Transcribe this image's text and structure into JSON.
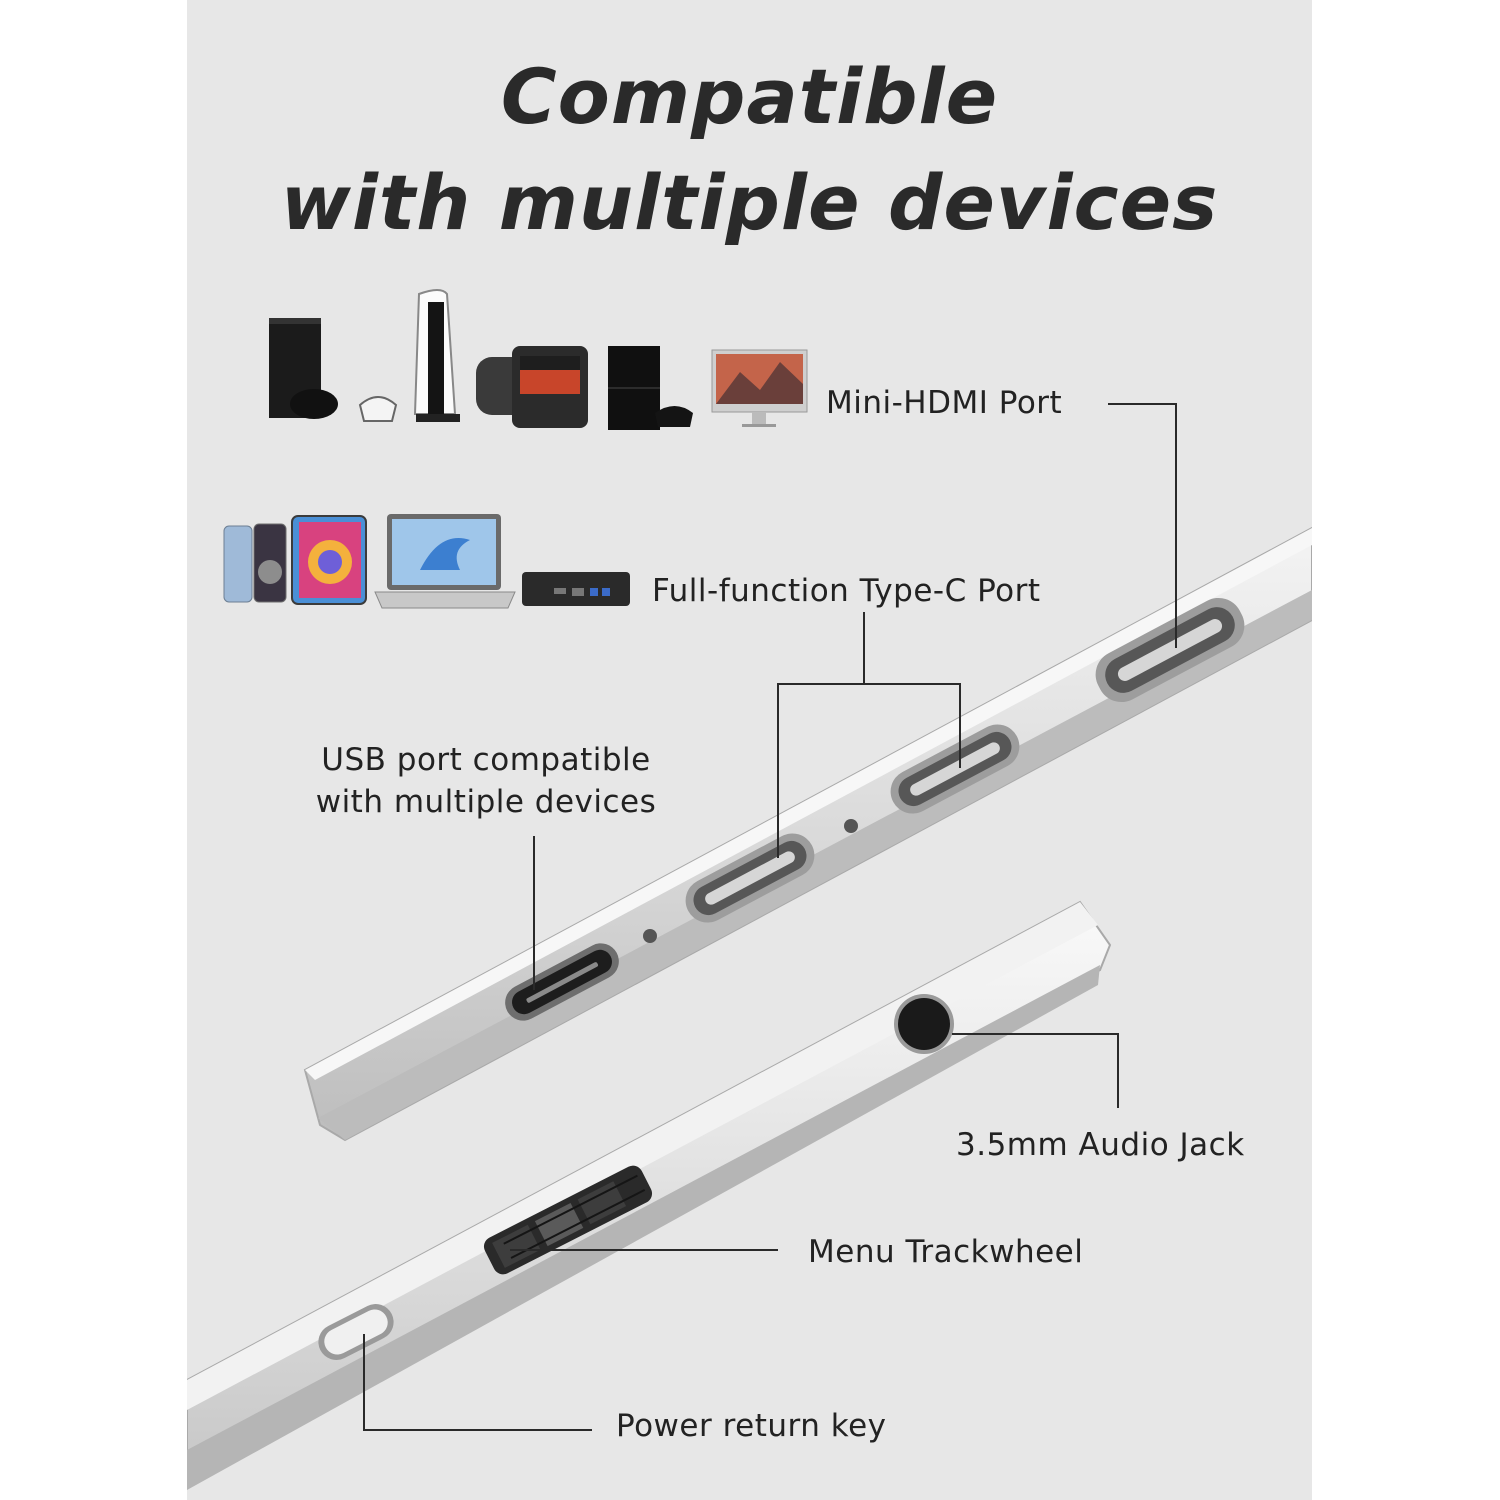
{
  "heading": {
    "line1": "Compatible",
    "line2": "with multiple devices"
  },
  "callouts": {
    "mini_hdmi": "Mini-HDMI Port",
    "type_c": "Full-function Type-C Port",
    "usb_line1": "USB port compatible",
    "usb_line2": "with multiple devices",
    "audio": "3.5mm Audio Jack",
    "trackwheel": "Menu Trackwheel",
    "power": "Power return key"
  },
  "devices": {
    "row1": [
      "xbox-console-icon",
      "ps5-console-icon",
      "handheld-console-icon",
      "ps4-console-icon",
      "imac-icon"
    ],
    "row2": [
      "smartphone-icon",
      "tablet-icon",
      "laptop-icon",
      "mini-pc-icon"
    ]
  },
  "colors": {
    "background": "#e7e7e7",
    "aluminum": "#d9d9d9",
    "text": "#222222"
  }
}
